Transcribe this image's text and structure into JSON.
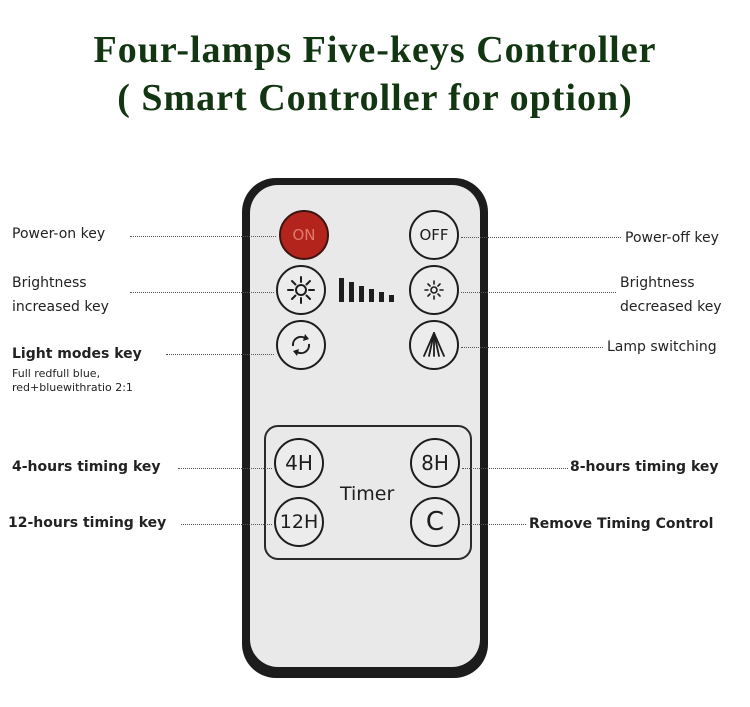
{
  "title": {
    "line1": "Four-lamps Five-keys Controller",
    "line2": "( Smart Controller for option)"
  },
  "remote": {
    "keys": {
      "on": "ON",
      "off": "OFF",
      "h4": "4H",
      "h8": "8H",
      "h12": "12H",
      "clear": "C"
    },
    "timer_label": "Timer",
    "icons": [
      "sun-bright-icon",
      "sun-dim-icon",
      "cycle-icon",
      "lamp-rays-icon",
      "brightness-level-icon"
    ]
  },
  "labels": {
    "power_on": "Power-on key",
    "power_off": "Power-off key",
    "brightness_inc_1": "Brightness",
    "brightness_inc_2": "increased key",
    "brightness_dec_1": "Brightness",
    "brightness_dec_2": "decreased key",
    "light_modes": "Light modes key",
    "light_modes_note_1": "Full redfull blue,",
    "light_modes_note_2": "red+bluewithratio 2:1",
    "lamp_switching": "Lamp switching",
    "timing_4h": "4-hours timing key",
    "timing_8h": "8-hours timing key",
    "timing_12h": "12-hours timing key",
    "remove_timing": "Remove Timing Control"
  }
}
